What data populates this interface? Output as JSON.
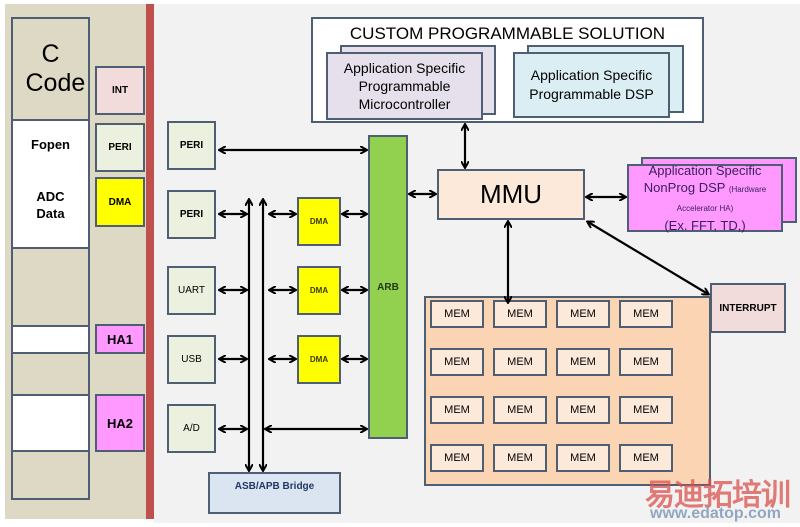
{
  "left_panel": {
    "code_title": "C Code",
    "code_items": [
      "Fopen",
      "ADC Data"
    ],
    "hw_items": [
      {
        "label": "INT",
        "color": "#f2dcdb"
      },
      {
        "label": "PERI",
        "color": "#ebf1de"
      },
      {
        "label": "DMA",
        "color": "#ffff00"
      },
      {
        "label": "HA1",
        "color": "#ff99ff"
      },
      {
        "label": "HA2",
        "color": "#ff99ff"
      }
    ]
  },
  "custom_solution": {
    "title": "CUSTOM PROGRAMMABLE SOLUTION",
    "microcontroller": "Application Specific Programmable Microcontroller",
    "dsp": "Application Specific Programmable DSP"
  },
  "peripherals": [
    "PERI",
    "PERI",
    "UART",
    "USB",
    "A/D"
  ],
  "dma_blocks": [
    "DMA",
    "DMA",
    "DMA"
  ],
  "arb": "ARB",
  "bridge": "ASB/APB Bridge",
  "mmu": "MMU",
  "nonprog_dsp": {
    "line1": "Application Specific",
    "line2": "NonProg DSP",
    "line2_small": "(Hardware Accelerator HA)",
    "line3": "(Ex. FFT, TD,)"
  },
  "interrupt": "INTERRUPT",
  "memory": {
    "rows": [
      [
        "MEM",
        "MEM",
        "MEM",
        "MEM"
      ],
      [
        "MEM",
        "MEM",
        "MEM",
        "MEM"
      ],
      [
        "MEM",
        "MEM",
        "MEM",
        "MEM"
      ],
      [
        "MEM",
        "MEM",
        "MEM",
        "MEM"
      ]
    ]
  },
  "watermark": {
    "text_cn": "易迪拓培训",
    "url": "www.edatop.com"
  },
  "colors": {
    "arb": "#92d050",
    "dma": "#ffff00",
    "ha": "#ff99ff",
    "mmu": "#fde9d9",
    "mem_bg": "#fbd4b4",
    "peri": "#ebf1de",
    "bridge": "#dbe5f1",
    "micro": "#e5e0ec",
    "dsp": "#dbeef3",
    "interrupt": "#f2dcdb"
  }
}
